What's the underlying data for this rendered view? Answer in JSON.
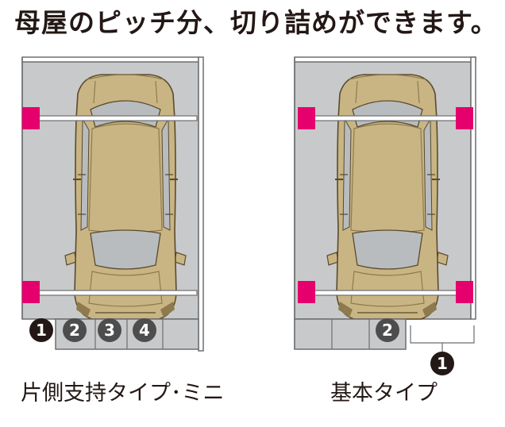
{
  "headline": "母屋のピッチ分、切り詰めができます。",
  "diagrams": {
    "left": {
      "caption": "片側支持タイプ･ミニ",
      "badges": [
        "1",
        "2",
        "3",
        "4"
      ]
    },
    "right": {
      "caption": "基本タイプ",
      "badges": [
        "2",
        "1"
      ]
    }
  },
  "colors": {
    "floor": "#c8c9ca",
    "car_body": "#c9b584",
    "car_dark": "#8f7a4d",
    "glass": "#b8bcbf",
    "post": "#e5006e",
    "badge": "#231815",
    "badge_light": "#4d4d4d"
  }
}
